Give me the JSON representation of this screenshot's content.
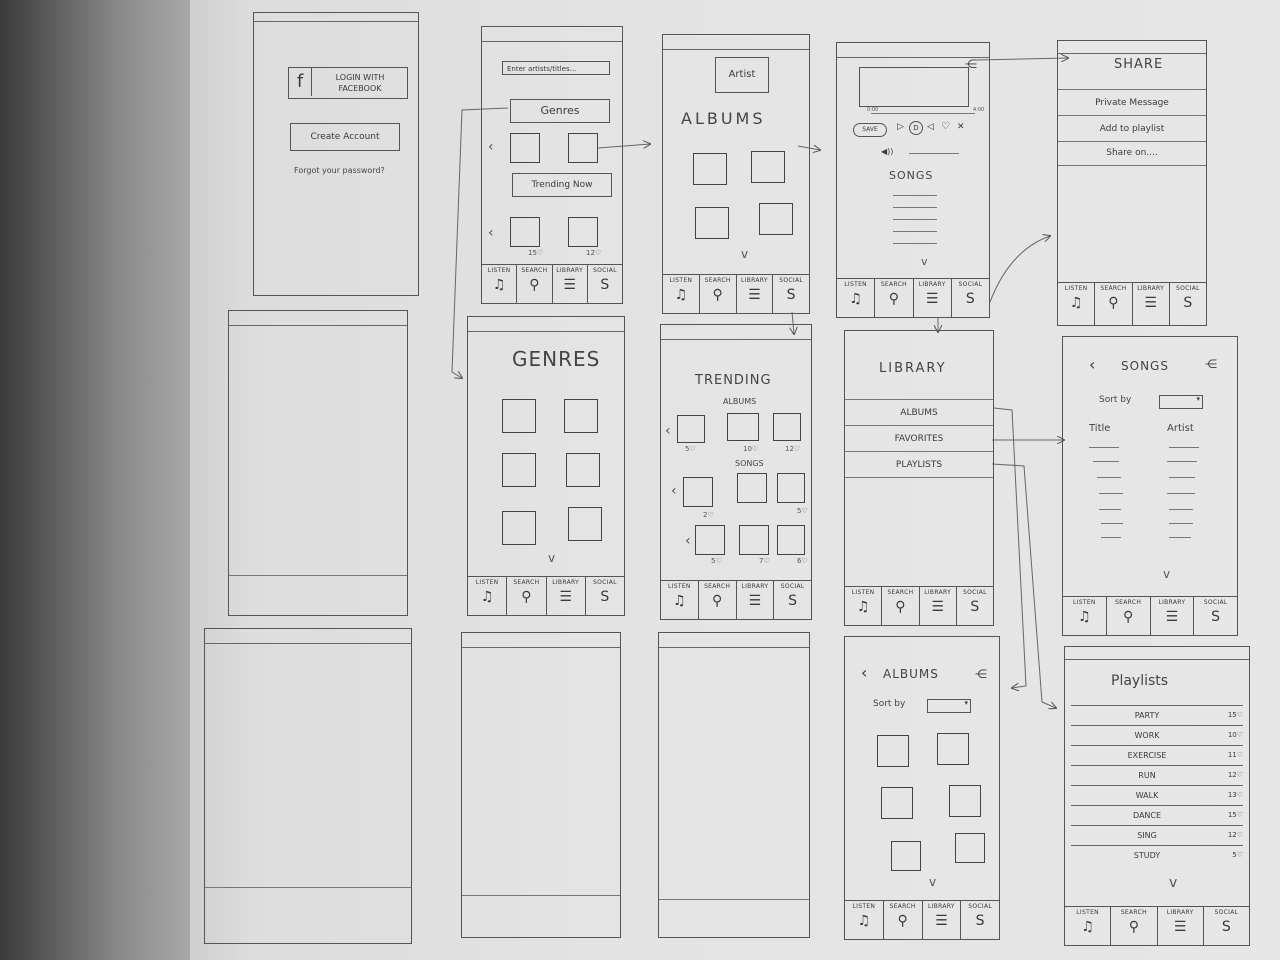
{
  "nav": {
    "listen": "LISTEN",
    "search": "SEARCH",
    "library": "LIBRARY",
    "social": "SOCIAL"
  },
  "login": {
    "facebook_icon": "f",
    "facebook_label": "LOGIN WITH FACEBOOK",
    "create_account": "Create Account",
    "forgot_password": "Forgot your password?"
  },
  "search": {
    "input_placeholder": "Enter artists/titles...",
    "genres_button": "Genres",
    "trending_button": "Trending Now",
    "like_counts": [
      "15♡",
      "12♡"
    ]
  },
  "artist": {
    "artist_button": "Artist",
    "albums_title": "ALBUMS"
  },
  "player": {
    "time_start": "0:00",
    "time_end": "4:00",
    "save_button": "SAVE",
    "download": "D",
    "songs_title": "SONGS"
  },
  "share": {
    "title": "SHARE",
    "items": [
      "Private Message",
      "Add to playlist",
      "Share on...."
    ]
  },
  "genres": {
    "title": "GENRES"
  },
  "trending": {
    "title": "TRENDING",
    "albums_label": "ALBUMS",
    "songs_label": "SONGS",
    "album_likes": [
      "5♡",
      "10♡",
      "12♡"
    ],
    "song_likes_row1": [
      "2♡",
      "5♡"
    ],
    "song_likes_row2": [
      "5♡",
      "7♡",
      "6♡"
    ]
  },
  "library": {
    "title": "LIBRARY",
    "items": [
      "ALBUMS",
      "FAVORITES",
      "PLAYLISTS"
    ]
  },
  "songs_sort": {
    "title": "SONGS",
    "sort_by": "Sort by",
    "col_title": "Title",
    "col_artist": "Artist"
  },
  "albums_sort": {
    "title": "ALBUMS",
    "sort_by": "Sort by"
  },
  "playlists": {
    "title": "Playlists",
    "rows": [
      {
        "name": "PARTY",
        "count": "15♡"
      },
      {
        "name": "WORK",
        "count": "10♡"
      },
      {
        "name": "EXERCISE",
        "count": "11♡"
      },
      {
        "name": "RUN",
        "count": "12♡"
      },
      {
        "name": "WALK",
        "count": "13♡"
      },
      {
        "name": "DANCE",
        "count": "15♡"
      },
      {
        "name": "SING",
        "count": "12♡"
      },
      {
        "name": "STUDY",
        "count": "5♡"
      }
    ]
  },
  "icons": {
    "back": "‹",
    "share": "share-icon",
    "more": "v"
  }
}
